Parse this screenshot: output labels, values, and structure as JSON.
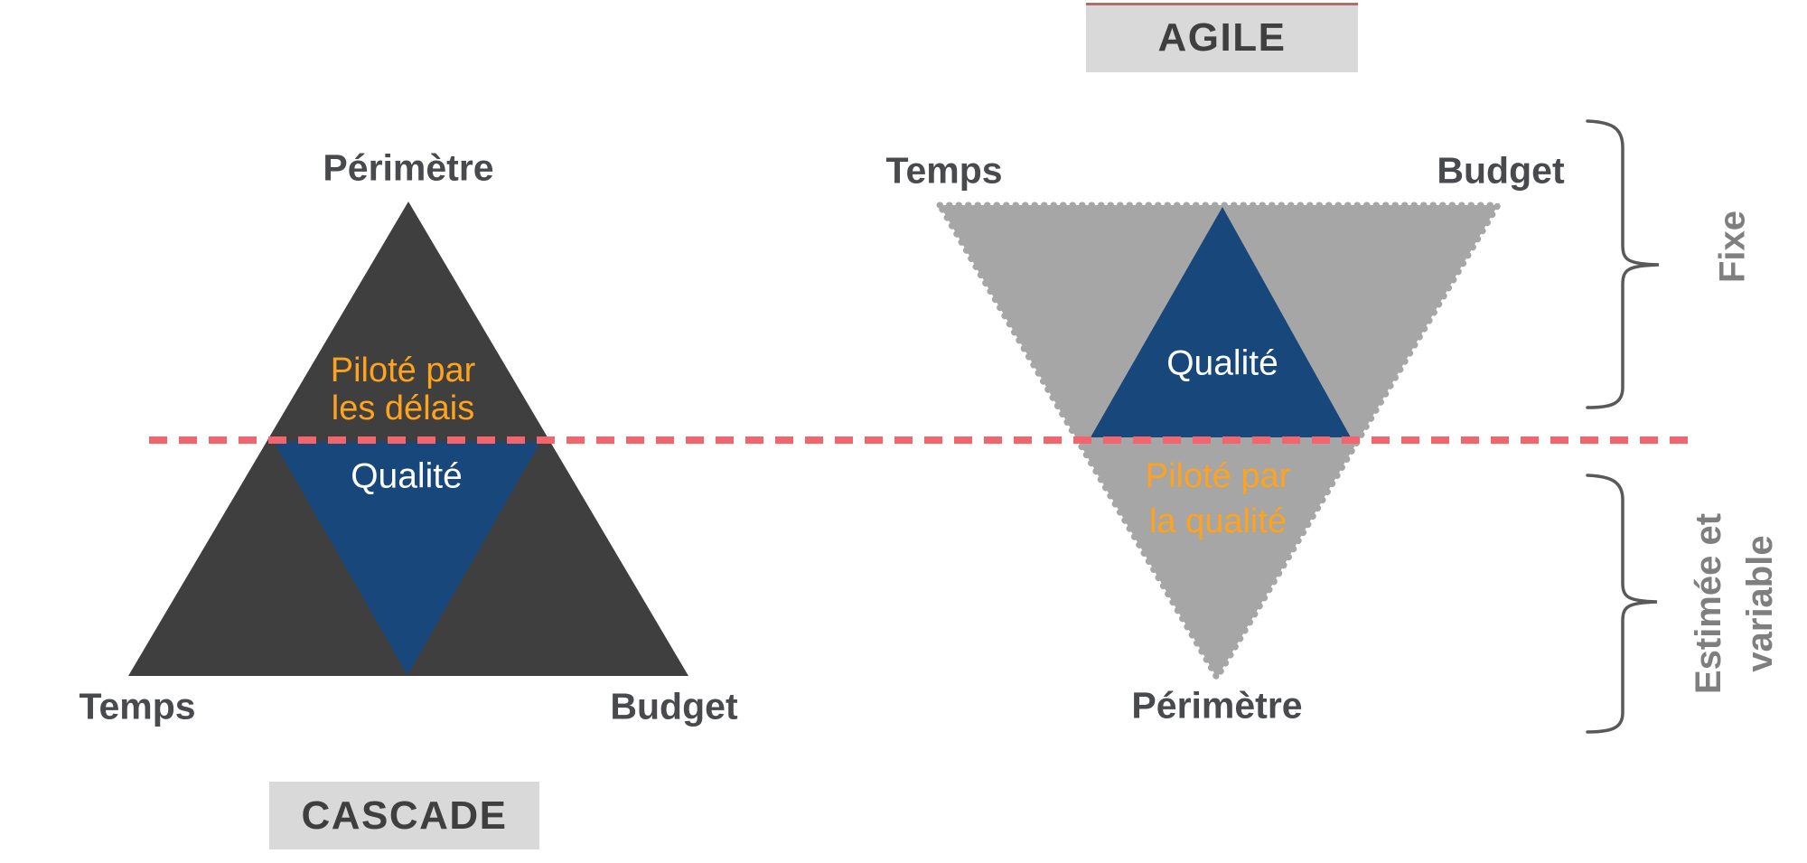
{
  "cascade": {
    "badge_label": "CASCADE",
    "corner_top": "Périmètre",
    "corner_bottom_left": "Temps",
    "corner_bottom_right": "Budget",
    "quality_label": "Qualité",
    "driven_line1": "Piloté par",
    "driven_line2": "les délais"
  },
  "agile": {
    "badge_label": "AGILE",
    "corner_top_left": "Temps",
    "corner_top_right": "Budget",
    "corner_bottom": "Périmètre",
    "quality_label": "Qualité",
    "driven_line1": "Piloté par",
    "driven_line2": "la qualité"
  },
  "annotations": {
    "fixed_label": "Fixe",
    "variable_line1": "Estimée et",
    "variable_line2": "variable"
  },
  "colors": {
    "background": "#FFFFFF",
    "dark_triangle": "#3F3F3F",
    "light_triangle": "#A6A6A6",
    "quality_triangle": "#17477B",
    "driven_text": "#FFA31C",
    "dashed_line": "#F4646C",
    "corner_text": "#494A4E",
    "badge_bg": "#D9D9D9",
    "badge_text": "#3F3F3F",
    "annotation_text": "#7F7F7F",
    "brace": "#595959"
  }
}
